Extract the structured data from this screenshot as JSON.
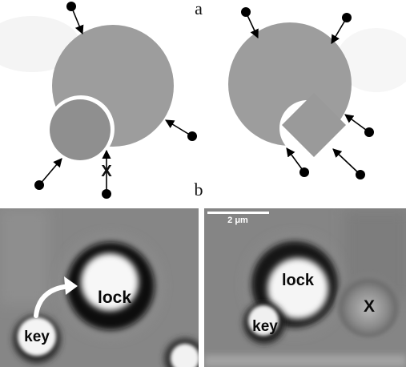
{
  "labels": {
    "panel_a": "a",
    "panel_b": "b",
    "key_left": "key",
    "lock_left": "lock",
    "lock_right": "lock",
    "key_right": "key",
    "x_right": "X",
    "x_mark": "X",
    "scale_bar": "2 μm"
  },
  "colors": {
    "shape_fill": "#9d9d9d",
    "shape_fill_dark": "#8f8f8f",
    "arrow": "#000000",
    "micrograph_bg": "#858585"
  }
}
